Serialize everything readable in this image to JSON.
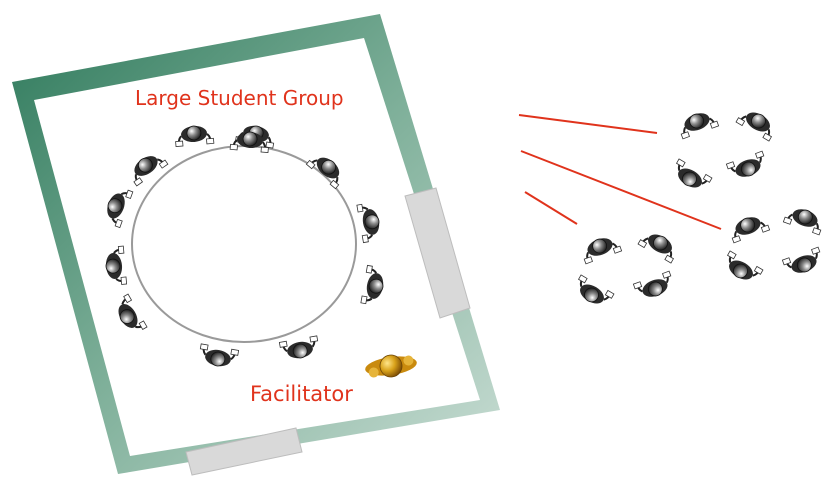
{
  "diagram": {
    "room_label": "Large Student Group",
    "facilitator_label": "Facilitator",
    "colors": {
      "room_frame_dark": "#2f7a5c",
      "room_frame_light": "#b9d4c8",
      "room_floor": "#ffffff",
      "door": "#d9d9d9",
      "table_outline": "#9a9a9a",
      "label_red": "#e0331c",
      "connector_line": "#e0331c",
      "student_figure": "#3a3a3a",
      "facilitator_figure": "#d9a21a"
    },
    "icons": {
      "student": "student-figure-icon",
      "facilitator": "facilitator-figure-icon"
    },
    "large_group_student_count": 12,
    "small_groups": [
      {
        "name": "small-group-top",
        "student_count": 4
      },
      {
        "name": "small-group-right",
        "student_count": 4
      },
      {
        "name": "small-group-left",
        "student_count": 4
      }
    ]
  }
}
